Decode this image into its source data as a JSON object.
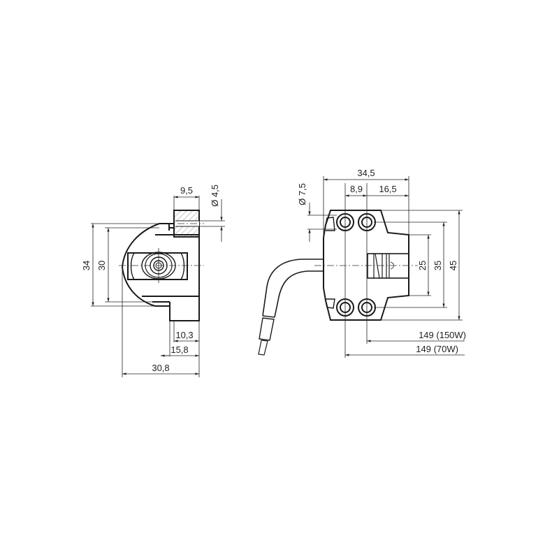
{
  "drawing": {
    "title": "Lamp holder technical drawing",
    "views": [
      {
        "name": "side-view",
        "dimensions": {
          "tube_length": "9,5",
          "tube_diameter": "Ø 4,5",
          "outer_height": "34",
          "inner_height": "30",
          "step_width": "10,3",
          "mid_width": "15,8",
          "total_width": "30,8"
        }
      },
      {
        "name": "front-view",
        "dimensions": {
          "total_width": "34,5",
          "hole_pitch": "8,9",
          "hole_offset": "16,5",
          "hole_diameter": "Ø 7,5",
          "body_height": "25",
          "hole_spacing": "35",
          "total_height": "45",
          "cable_150w": "149 (150W)",
          "cable_70w": "149 (70W)"
        }
      }
    ]
  }
}
